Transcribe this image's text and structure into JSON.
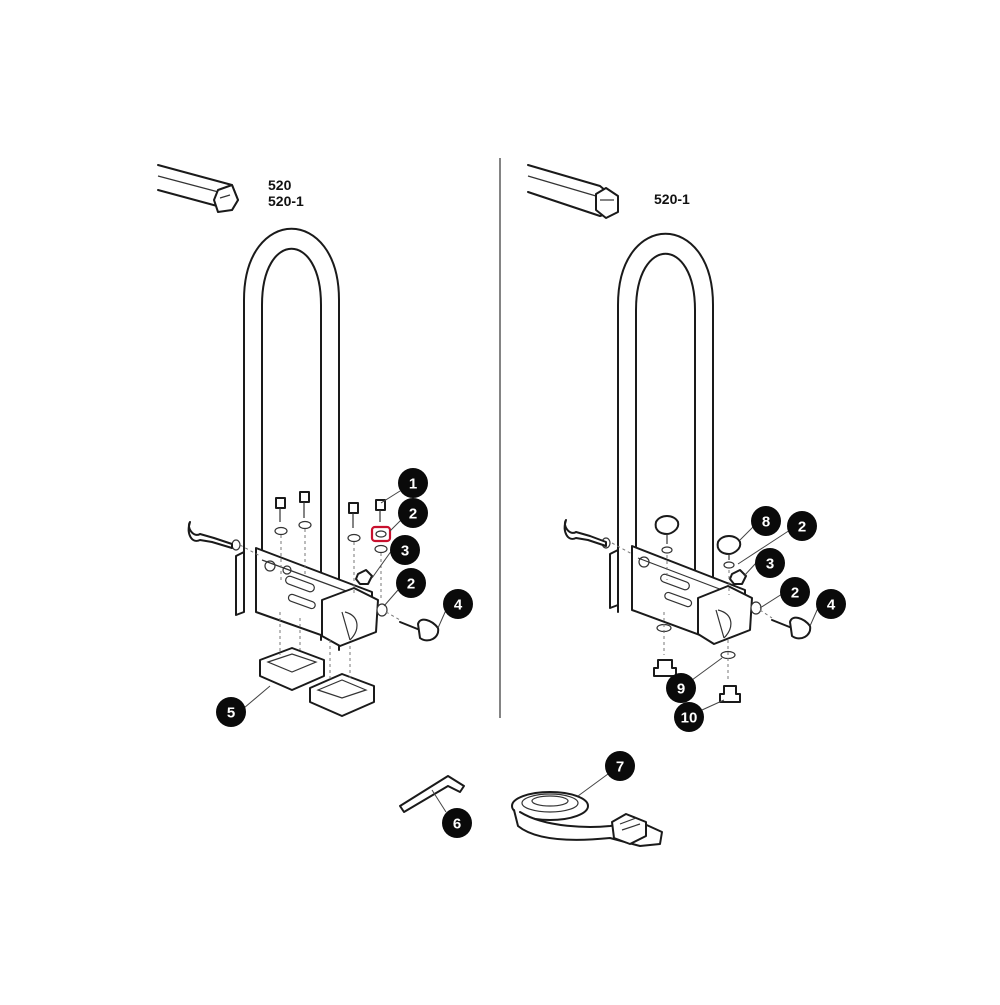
{
  "left_panel": {
    "models": [
      "520",
      "520-1"
    ]
  },
  "right_panel": {
    "models": [
      "520-1"
    ]
  },
  "callouts": {
    "left": [
      {
        "id": "l1",
        "label": "1"
      },
      {
        "id": "l2a",
        "label": "2"
      },
      {
        "id": "l3",
        "label": "3"
      },
      {
        "id": "l2b",
        "label": "2"
      },
      {
        "id": "l4",
        "label": "4"
      },
      {
        "id": "l5",
        "label": "5"
      }
    ],
    "right": [
      {
        "id": "r8",
        "label": "8"
      },
      {
        "id": "r2a",
        "label": "2"
      },
      {
        "id": "r3",
        "label": "3"
      },
      {
        "id": "r2b",
        "label": "2"
      },
      {
        "id": "r4",
        "label": "4"
      },
      {
        "id": "r9",
        "label": "9"
      },
      {
        "id": "r10",
        "label": "10"
      }
    ],
    "accessories": [
      {
        "id": "a6",
        "label": "6"
      },
      {
        "id": "a7",
        "label": "7"
      }
    ]
  },
  "colors": {
    "line": "#1a1a1a",
    "badge": "#0a0a0a",
    "highlight": "#c8102e"
  }
}
